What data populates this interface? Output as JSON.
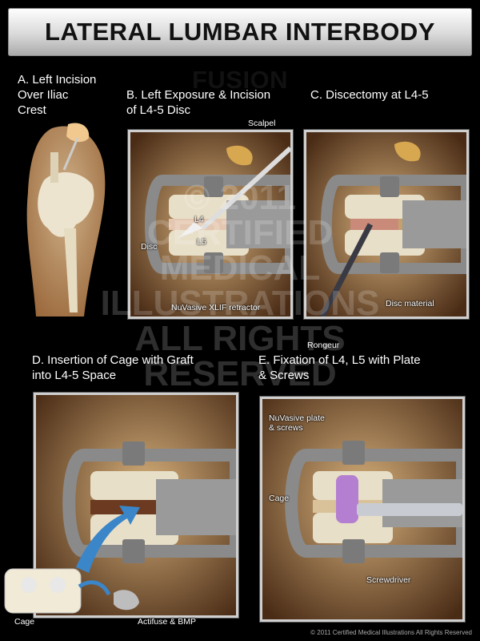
{
  "title": "LATERAL LUMBAR INTERBODY FUSION",
  "panels": {
    "a": {
      "title": "A. Left Incision\nOver Iliac\nCrest"
    },
    "b": {
      "title": "B. Left Exposure & Incision\nof L4-5 Disc",
      "labels": {
        "scalpel": "Scalpel",
        "l4": "L4",
        "l5": "L5",
        "disc": "Disc",
        "retractor": "NuVasive XLIF retractor"
      }
    },
    "c": {
      "title": "C. Discectomy at L4-5",
      "labels": {
        "disc_material": "Disc material",
        "rongeur": "Rongeur"
      }
    },
    "d": {
      "title": "D. Insertion of Cage with Graft\ninto L4-5 Space",
      "labels": {
        "cage": "Cage",
        "actifuse": "Actifuse & BMP"
      }
    },
    "e": {
      "title": "E. Fixation of L4, L5 with Plate\n& Screws",
      "labels": {
        "plate": "NuVasive plate\n& screws",
        "cage": "Cage",
        "screwdriver": "Screwdriver"
      }
    }
  },
  "watermark": "© 2011\nCERTIFIED\nMEDICAL\nILLUSTRATIONS\nALL RIGHTS\nRESERVED",
  "copyright": "© 2011 Certified Medical Illustrations All Rights Reserved"
}
